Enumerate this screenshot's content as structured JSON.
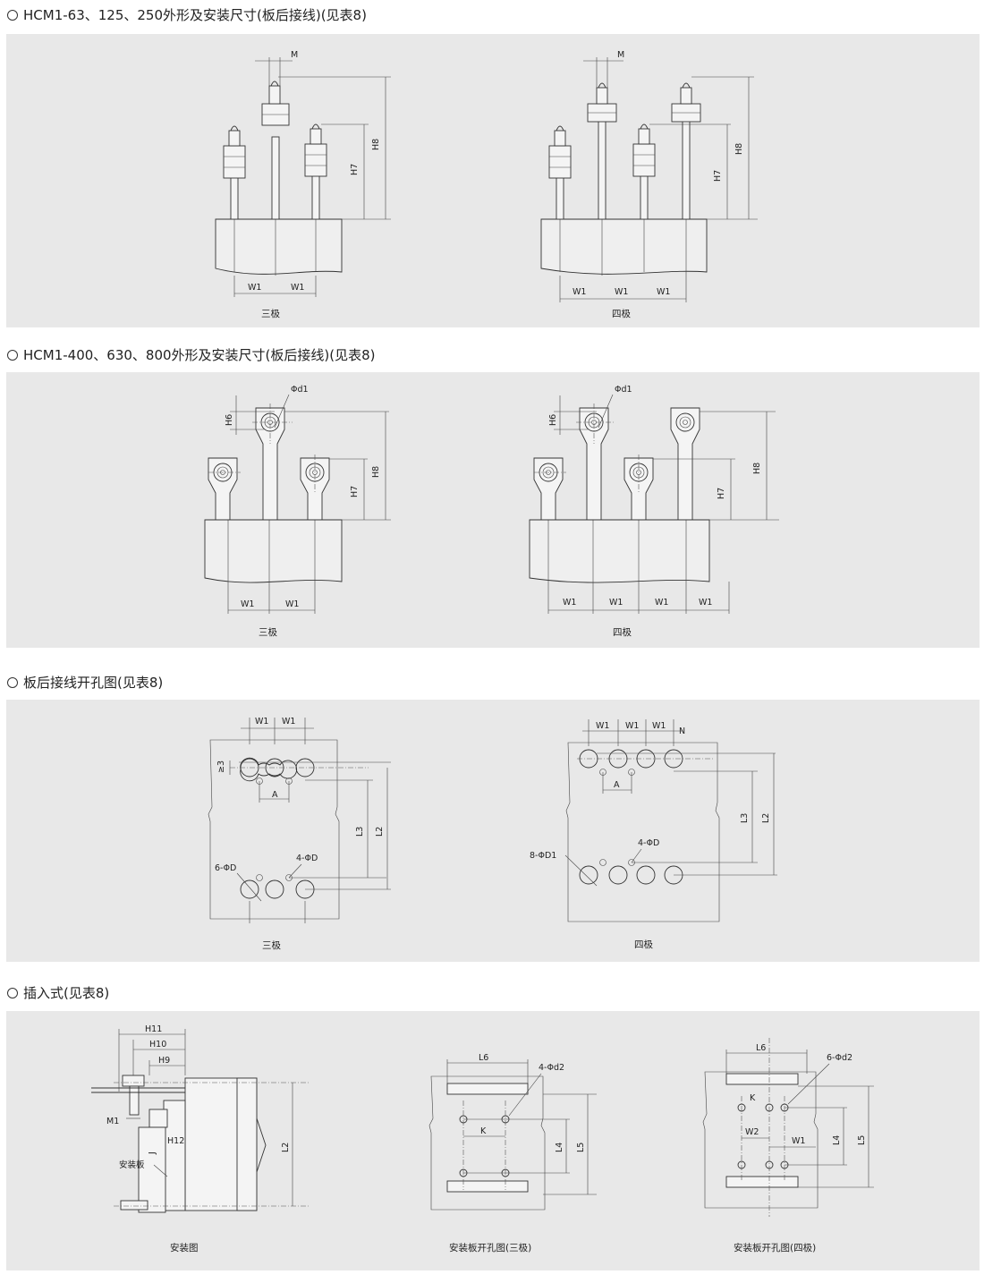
{
  "sections": [
    {
      "title": "HCM1-63、125、250外形及安装尺寸(板后接线)(见表8)"
    },
    {
      "title": "HCM1-400、630、800外形及安装尺寸(板后接线)(见表8)"
    },
    {
      "title": "板后接线开孔图(见表8)"
    },
    {
      "title": "插入式(见表8)"
    }
  ],
  "captions": {
    "three_pole": "三极",
    "four_pole": "四极",
    "install": "安装图",
    "cutout_three": "安装板开孔图(三极)",
    "cutout_four": "安装板开孔图(四极)"
  },
  "dims": {
    "M": "M",
    "W1": "W1",
    "W2": "W2",
    "H6": "H6",
    "H7": "H7",
    "H8": "H8",
    "H9": "H9",
    "H10": "H10",
    "H11": "H11",
    "H12": "H12",
    "phi_d1": "Φd1",
    "A": "A",
    "N": "N",
    "L2": "L2",
    "L3": "L3",
    "L4": "L4",
    "L5": "L5",
    "L6": "L6",
    "K": "K",
    "J": "J",
    "M1": "M1",
    "ge3": "≥3",
    "six_phiD": "6-ΦD",
    "four_phiD": "4-ΦD",
    "eight_phiD1": "8-ΦD1",
    "four_phid2": "4-Φd2",
    "six_phid2": "6-Φd2",
    "mount_plate": "安装板"
  }
}
